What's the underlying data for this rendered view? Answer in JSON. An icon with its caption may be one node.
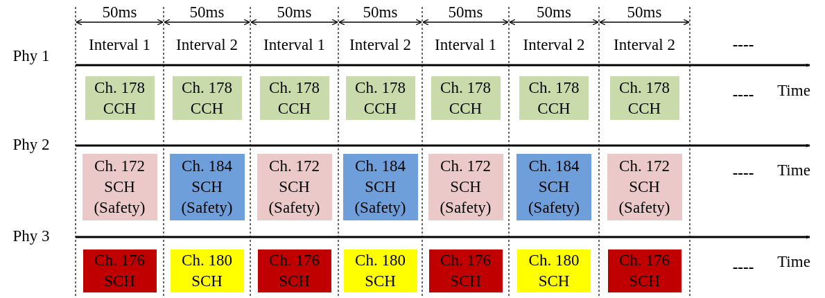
{
  "diagram": {
    "nodes": [
      {
        "text": [
          "Ch. 178 CCH"
        ]
      },
      {
        "text": [
          "Ch. 178 CCH"
        ]
      },
      {
        "text": [
          "Ch. 178 CCH"
        ]
      },
      {
        "text": [
          "Ch. 178 CCH"
        ]
      },
      {
        "text": [
          "Ch. 178 CCH"
        ]
      },
      {
        "text": [
          "Ch. 178 CCH"
        ]
      },
      {
        "text": [
          "Ch. 178 CCH"
        ]
      },
      {
        "text": [
          "Ch. 172 SCH (Safety)"
        ]
      },
      {
        "text": [
          "Ch. 184 SCH (Safety)"
        ]
      },
      {
        "text": [
          "Ch. 172 SCH (Safety)"
        ]
      },
      {
        "text": [
          "Ch. 184 SCH (Safety)"
        ]
      },
      {
        "text": [
          "Ch. 172 SCH (Safety)"
        ]
      },
      {
        "text": [
          "Ch. 184 SCH (Safety)"
        ]
      },
      {
        "text": [
          "Ch. 172 SCH (Safety)"
        ]
      },
      {
        "text": [
          "Ch. 176 SCH"
        ]
      },
      {
        "text": [
          "Ch. 180 SCH"
        ]
      },
      {
        "text": [
          "Ch. 176 SCH"
        ]
      },
      {
        "text": [
          "Ch. 180 SCH"
        ]
      },
      {
        "text": [
          "Ch. 176 SCH"
        ]
      },
      {
        "text": [
          "Ch. 180 SCH"
        ]
      },
      {
        "text": [
          "Ch. 176 SCH"
        ]
      }
    ],
    "edges": [],
    "labels": [
      "50ms",
      "50ms",
      "50ms",
      "50ms",
      "50ms",
      "50ms",
      "50ms",
      "Interval 1",
      "Interval 2",
      "Interval 1",
      "Interval 2",
      "Interval 1",
      "Interval 2",
      "Interval 2",
      "----",
      "Phy 1",
      "----",
      "Time",
      "Phy 2",
      "----",
      "Time",
      "Phy 3",
      "----",
      "Time"
    ]
  }
}
